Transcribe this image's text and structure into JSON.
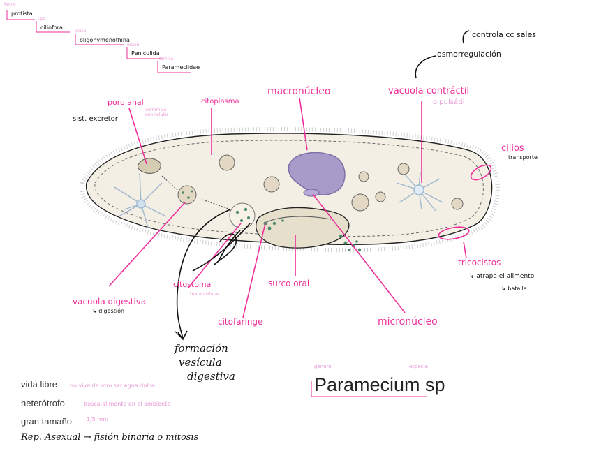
{
  "taxonomy": {
    "reino_tag": "Reino",
    "reino": "protista",
    "tipo_tag": "tipo",
    "tipo": "ciliofora",
    "clase_tag": "clase",
    "clase": "oligohymenofhina",
    "orden_tag": "orden",
    "orden": "Peniculida",
    "familia_tag": "familia",
    "familia": "Parameciidae"
  },
  "labels": {
    "controla": "controla cc sales",
    "osmorregulacion": "osmorregulación",
    "poro_anal": "poro anal",
    "poro_anal_sub": "extremaje\nano celular",
    "sist_excretor": "sist. excretor",
    "citoplasma": "citoplasma",
    "macronucleo": "macronúcleo",
    "vacuola_contractil": "vacuola contráctil",
    "vacuola_contractil_sub": "o pulsátil",
    "cilios": "cilios",
    "cilios_sub": "transporte",
    "tricocitos": "tricocistos",
    "tricocitos_sub1": "atrapa el alimento",
    "tricocitos_sub2": "batalla",
    "vacuola_digestiva": "vacuola digestiva",
    "vacuola_digestiva_sub": "digestión",
    "citostoma": "citostoma",
    "citostoma_sub": "boca celular",
    "surco_oral": "surco oral",
    "citofaringe": "citofaringe",
    "micronucleo": "micronúcleo",
    "formacion_1": "formación",
    "formacion_2": "vesícula",
    "formacion_3": "digestiva"
  },
  "species": {
    "genero_tag": "género",
    "especie_tag": "especie",
    "name": "Paramecium sp"
  },
  "notes": [
    {
      "label": "vida libre",
      "detail": "no vive de otro ser  agua dulce"
    },
    {
      "label": "heterótrofo",
      "detail": "busca alimento en el ambiente"
    },
    {
      "label": "gran tamaño",
      "detail": "1/5 mm"
    }
  ],
  "reproduction": "Rep. Asexual → fisión binaria o mitosis",
  "colors": {
    "accent_pink": "#ee2f9a",
    "light_pink": "#e79ad6",
    "cell_fill": "#f3efe4",
    "nucleus": "#a99bc9",
    "vacuole": "#e3d8c3",
    "granule": "#4f8a6a"
  }
}
